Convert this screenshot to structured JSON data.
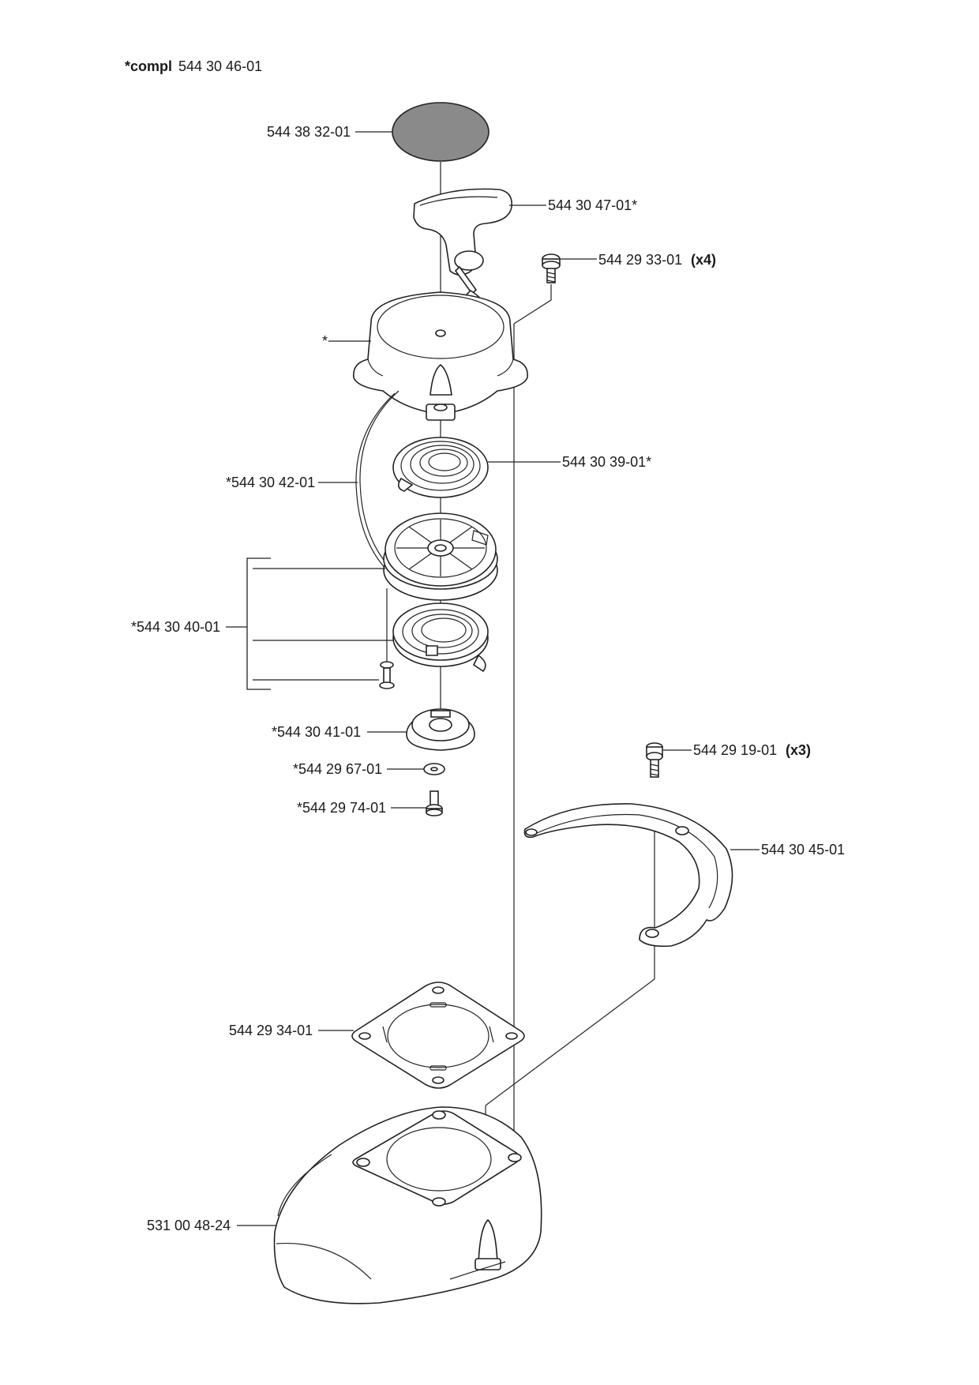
{
  "header": {
    "compl_label": "*compl",
    "compl_number": "544 30 46-01"
  },
  "parts": {
    "cap_disc": "544 38 32-01",
    "handle": "544 30 47-01*",
    "screw_top": "544 29 33-01",
    "screw_top_qty": "(x4)",
    "housing": "*",
    "spring_upper": "544 30 39-01*",
    "rope": "*544 30 42-01",
    "pulley_kit": "*544 30 40-01",
    "hub": "*544 30 41-01",
    "washer": "*544 29 67-01",
    "center_screw": "*544 29 74-01",
    "screw_right": "544 29 19-01",
    "screw_right_qty": "(x3)",
    "bracket": "544 30 45-01",
    "gasket": "544 29 34-01",
    "cover": "531 00 48-24"
  },
  "colors": {
    "line": "#222222",
    "disc_fill": "#8a8a8a"
  }
}
